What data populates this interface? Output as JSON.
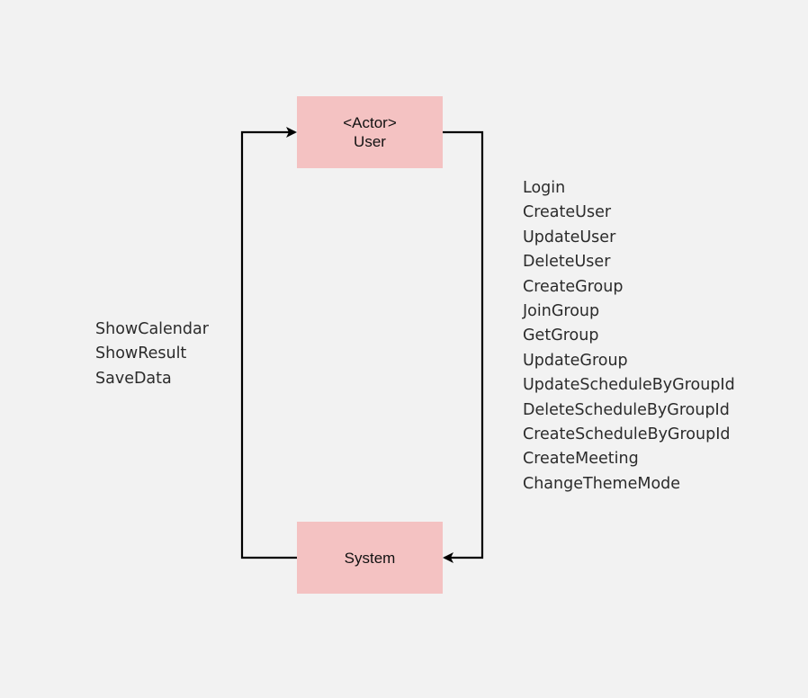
{
  "diagram": {
    "nodes": {
      "user": {
        "stereotype": "<Actor>",
        "name": "User"
      },
      "system": {
        "name": "System"
      }
    },
    "flows": {
      "system_to_user": {
        "messages": [
          "ShowCalendar",
          "ShowResult",
          "SaveData"
        ]
      },
      "user_to_system": {
        "messages": [
          "Login",
          "CreateUser",
          "UpdateUser",
          "DeleteUser",
          "CreateGroup",
          "JoinGroup",
          "GetGroup",
          "UpdateGroup",
          "UpdateScheduleByGroupId",
          "DeleteScheduleByGroupId",
          "CreateScheduleByGroupId",
          "CreateMeeting",
          "ChangeThemeMode"
        ]
      }
    },
    "colors": {
      "background": "#f2f2f2",
      "node_fill": "#f4c2c2",
      "connector": "#000000",
      "label_text": "#2b2b2b"
    }
  }
}
